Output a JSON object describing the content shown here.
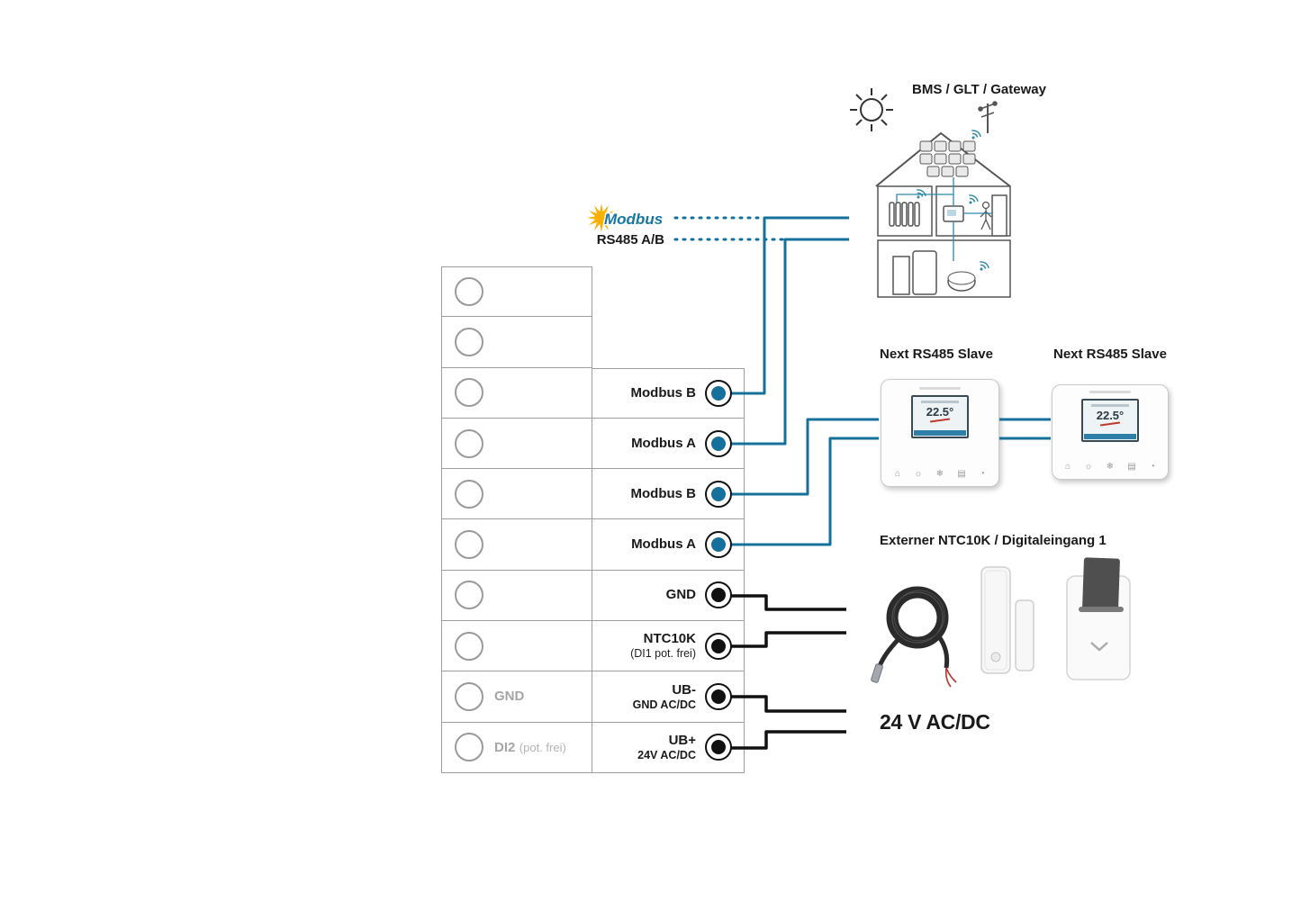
{
  "top_labels": {
    "bms": "BMS / GLT / Gateway",
    "modbus_logo": "Modbus",
    "rs485": "RS485 A/B"
  },
  "devices": {
    "slave1_label": "Next RS485 Slave",
    "slave2_label": "Next RS485 Slave",
    "thermostat_temp": "22.5°",
    "thermo_icons": [
      "⌂",
      "☼",
      "❄",
      "▤",
      "◔"
    ],
    "sensors_label": "Externer NTC10K / Digitaleingang 1",
    "power_label": "24 V AC/DC"
  },
  "colors": {
    "wire_blue": "#15719b",
    "wire_black": "#111111",
    "modbus_yellow": "#f9b000",
    "modbus_text": "#1678a2"
  },
  "terminal_block": {
    "rows": [
      {},
      {},
      {
        "label": "Modbus B"
      },
      {
        "label": "Modbus A"
      },
      {
        "label": "Modbus B"
      },
      {
        "label": "Modbus A"
      },
      {
        "label": "GND"
      },
      {
        "label": "NTC10K",
        "sub": "(DI1 pot. frei)"
      },
      {
        "left": "GND",
        "label": "UB-",
        "sub": "GND AC/DC"
      },
      {
        "left": "DI2",
        "left_sub": "(pot. frei)",
        "label": "UB+",
        "sub": "24V AC/DC"
      }
    ]
  }
}
